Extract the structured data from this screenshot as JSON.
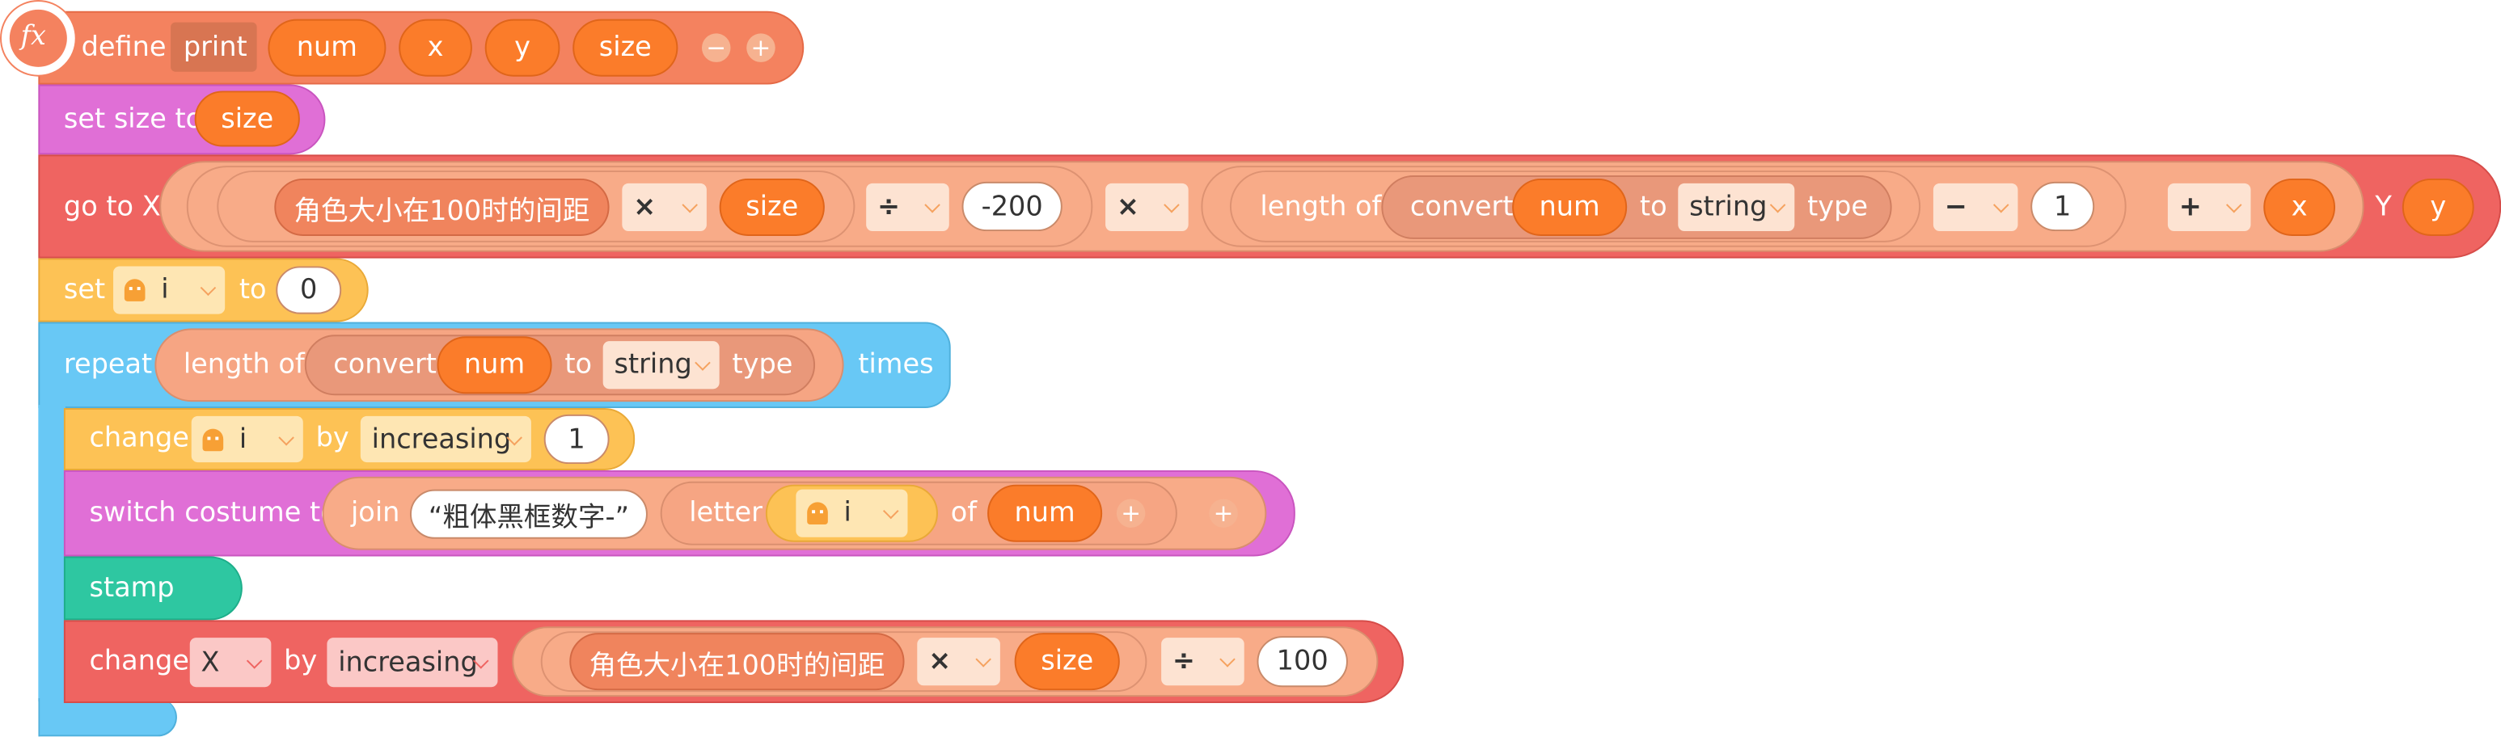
{
  "colors": {
    "define_block": "#f4825f",
    "set_size_block": "#e06fd6",
    "motion_block": "#ef6461",
    "variable_block": "#fdc255",
    "control_block": "#68c8f5",
    "costume_block": "#e06fd6",
    "stamp_block": "#2ec7a1",
    "operator_slot": "#f6a583",
    "argument_pill": "#fb7c2a"
  },
  "define": {
    "icon": "fx-icon",
    "icon_label": "fx",
    "keyword": "define",
    "name": "print",
    "params": [
      "num",
      "x",
      "y",
      "size"
    ],
    "remove_icon": "minus-icon",
    "add_icon": "plus-icon",
    "remove_label": "−",
    "add_label": "+"
  },
  "set_size": {
    "label": "set size to",
    "value": "size"
  },
  "goto": {
    "label": "go to X",
    "spacing_var": "角色大小在100时的间距",
    "times_op": "×",
    "size_arg": "size",
    "div_op": "÷",
    "divisor": "-200",
    "times_op2": "×",
    "length_of": "length of",
    "convert": "convert",
    "num_arg": "num",
    "to": "to",
    "string_type": "string",
    "type": "type",
    "minus_op": "−",
    "minus_val": "1",
    "plus_op": "+",
    "x_arg": "x",
    "y_label": "Y",
    "y_arg": "y"
  },
  "set_var": {
    "label": "set",
    "var": "i",
    "to": "to",
    "value": "0"
  },
  "repeat": {
    "label": "repeat",
    "length_of": "length of",
    "convert": "convert",
    "num_arg": "num",
    "to": "to",
    "string_type": "string",
    "type": "type",
    "times": "times"
  },
  "change_var": {
    "label": "change",
    "var": "i",
    "by": "by",
    "mode": "increasing",
    "value": "1"
  },
  "switch_costume": {
    "label": "switch costume to",
    "join": "join",
    "text": "“粗体黑框数字-”",
    "letter": "letter",
    "var": "i",
    "of": "of",
    "num_arg": "num",
    "add_label": "+"
  },
  "stamp": {
    "label": "stamp"
  },
  "change_x": {
    "label": "change",
    "axis": "X",
    "by": "by",
    "mode": "increasing",
    "spacing_var": "角色大小在100时的间距",
    "times_op": "×",
    "size_arg": "size",
    "div_op": "÷",
    "divisor": "100"
  }
}
